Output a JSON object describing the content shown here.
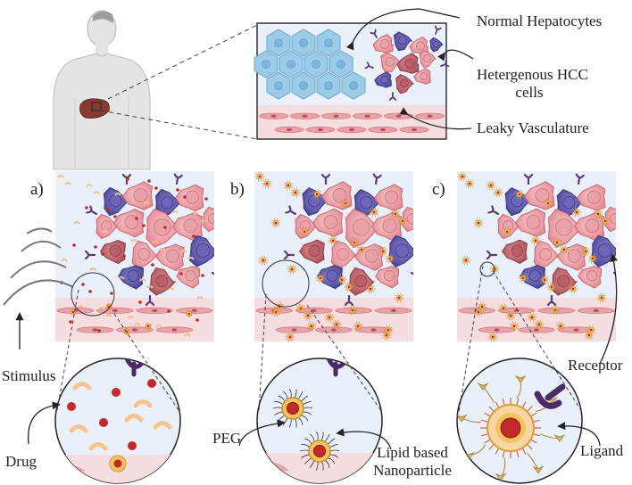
{
  "labels": {
    "normal_hepatocytes": "Normal Hepatocytes",
    "hcc_cells_line1": "Hetergenous HCC",
    "hcc_cells_line2": "cells",
    "leaky_vasculature": "Leaky Vasculature",
    "panel_a": "a)",
    "panel_b": "b)",
    "panel_c": "c)",
    "stimulus": "Stimulus",
    "drug": "Drug",
    "peg": "PEG",
    "lipid_np_line1": "Lipid based",
    "lipid_np_line2": "Nanoparticle",
    "receptor": "Receptor",
    "ligand": "Ligand"
  },
  "colors": {
    "panel_bg": "#e9f0fa",
    "hepatocyte": "#9ccbe8",
    "hcc_pink": "#f2a0a8",
    "hcc_purple": "#5a52a8",
    "hcc_rose": "#c4646c",
    "vessel_bg": "#f6dde0",
    "endothelial": "#d97a80",
    "drug_red": "#c22a2a",
    "lipid_yellow": "#f3c45e",
    "ligand_gold": "#d9b860",
    "receptor_purple": "#4c2a66"
  }
}
